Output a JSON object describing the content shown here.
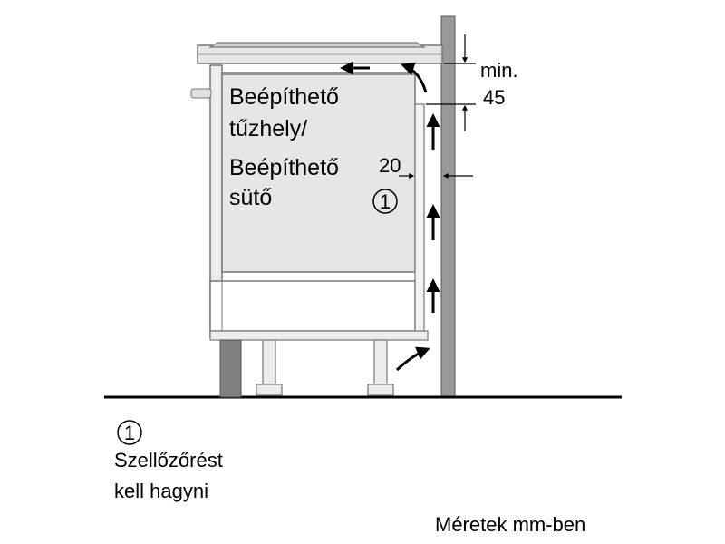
{
  "appliance_label": {
    "line1": "Beépíthető",
    "line2": "tűzhely/",
    "line3": "Beépíthető",
    "line4": "sütő"
  },
  "callout_number": "1",
  "dimension_side": "20",
  "dimension_top": {
    "line1": "min.",
    "line2": "45"
  },
  "legend": {
    "number": "1",
    "line1": "Szellőzőrést",
    "line2": "kell hagyni"
  },
  "units_note": "Méretek mm-ben",
  "colors": {
    "appliance_fill": "#e6e6e6",
    "wall": "#999999",
    "plinth": "#808080",
    "line": "#000000"
  }
}
